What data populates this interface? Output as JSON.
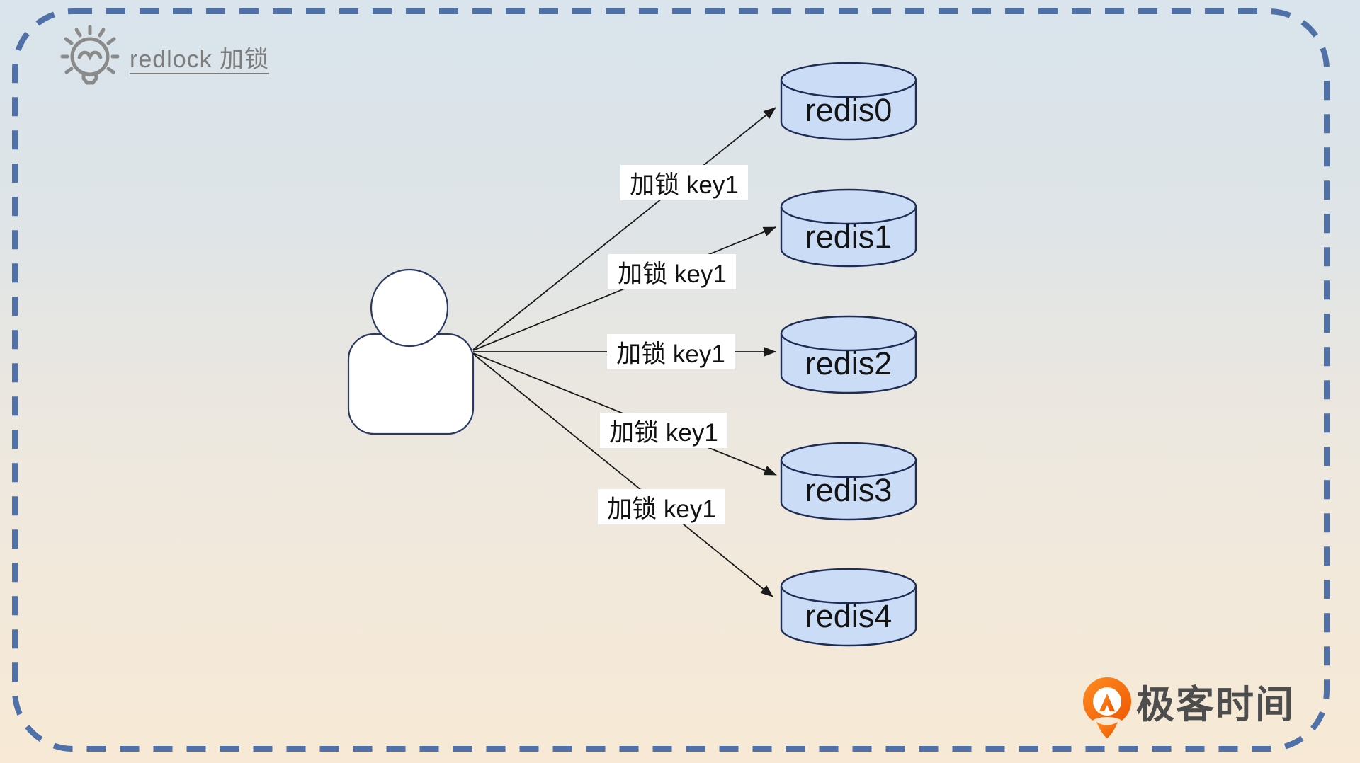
{
  "header": {
    "title": "redlock 加锁",
    "icon": "lightbulb-icon"
  },
  "actor": {
    "role": "client",
    "icon": "person-icon"
  },
  "nodes": [
    {
      "label": "redis0"
    },
    {
      "label": "redis1"
    },
    {
      "label": "redis2"
    },
    {
      "label": "redis3"
    },
    {
      "label": "redis4"
    }
  ],
  "edges": [
    {
      "label": "加锁 key1",
      "from": "client",
      "to": "redis0"
    },
    {
      "label": "加锁 key1",
      "from": "client",
      "to": "redis1"
    },
    {
      "label": "加锁 key1",
      "from": "client",
      "to": "redis2"
    },
    {
      "label": "加锁 key1",
      "from": "client",
      "to": "redis3"
    },
    {
      "label": "加锁 key1",
      "from": "client",
      "to": "redis4"
    }
  ],
  "brand": {
    "name": "极客时间",
    "icon": "geektime-logo-icon"
  },
  "colors": {
    "border_dash": "#4f70a8",
    "background_top": "#d9e4ec",
    "background_bottom": "#f7e9d5",
    "node_fill": "#cbdcf7",
    "node_stroke": "#1f2c54",
    "edge_line": "#1a1a1a",
    "edge_label_bg": "#ffffff",
    "title_gray": "#7d7d7d",
    "brand_orange": "#f56000",
    "brand_text": "#4d4d4d"
  }
}
